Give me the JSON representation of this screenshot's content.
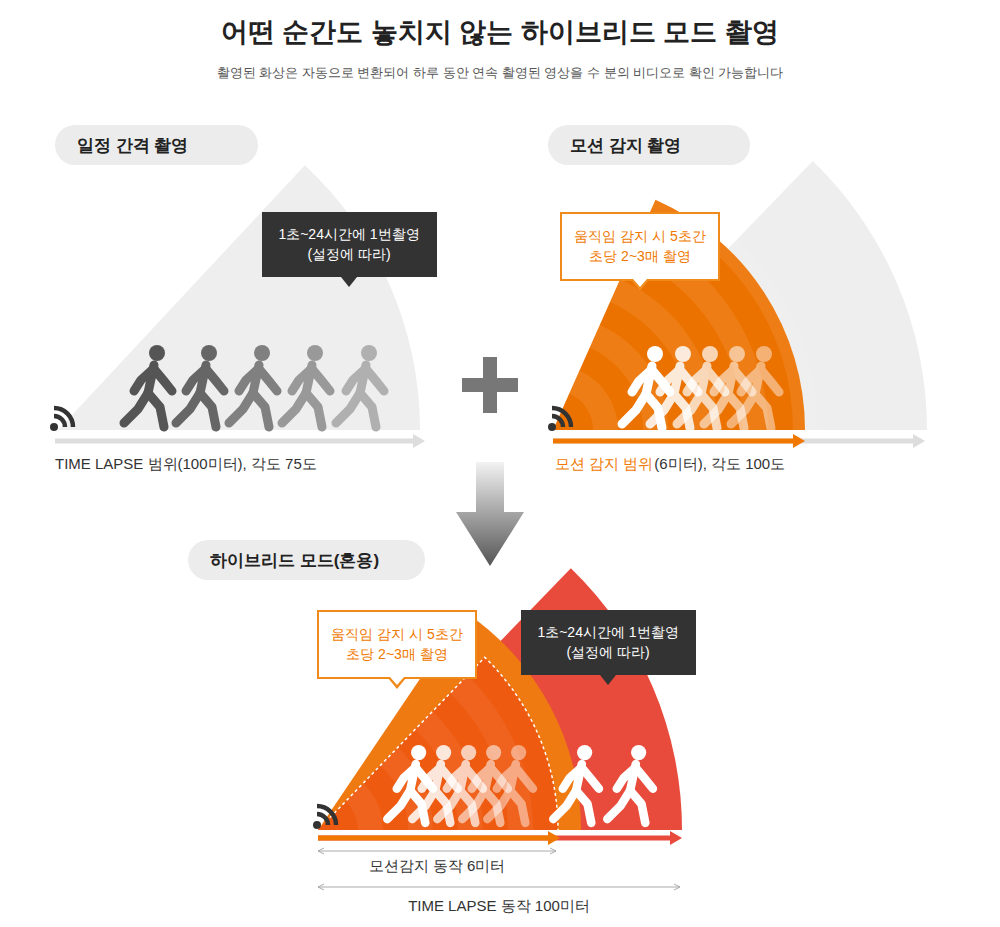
{
  "diagram": {
    "title": "어떤 순간도 놓치지 않는 하이브리드 모드 촬영",
    "caption": "촬영된 화상은 자동으로 변환되어 하루 동안 연속 촬영된 영상을 수 분의 비디오로 확인 가능합니다",
    "nodes": [
      {
        "text": [
          "일정 간격 촬영"
        ]
      },
      {
        "text": [
          "1초~24시간에 1번촬영 (설정에 따라)"
        ]
      },
      {
        "text": [
          "모션 감지 촬영"
        ]
      },
      {
        "text": [
          "움직임 감지 시 5초간 초당 2~3매 촬영"
        ]
      },
      {
        "text": [
          "하이브리드 모드(혼용)"
        ]
      },
      {
        "text": [
          "움직임 감지 시 5초간 초당 2~3매 촬영"
        ]
      },
      {
        "text": [
          "1초~24시간에 1번촬영 (설정에 따라)"
        ]
      }
    ],
    "labels": [
      "TIME LAPSE 범위(100미터), 각도 75도",
      "모션 감지 범위",
      "(6미터), 각도 100도",
      "모션감지 동작 6미터",
      "TIME LAPSE 동작 100미터"
    ]
  }
}
